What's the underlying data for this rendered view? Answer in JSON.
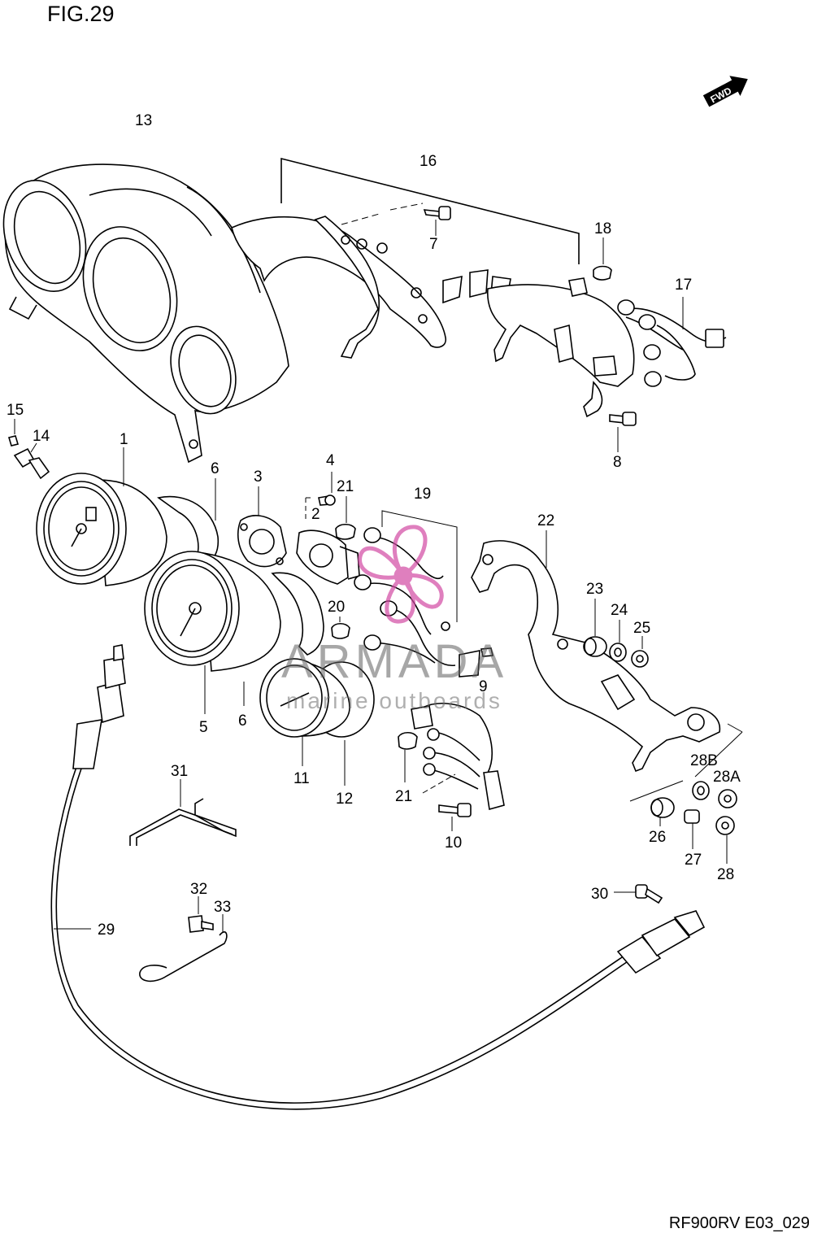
{
  "diagram": {
    "figure_label": "FIG.29",
    "code": "RF900RV E03_029",
    "direction_badge": "FWD",
    "watermark": {
      "brand": "ARMADA",
      "tagline": "marine outboards",
      "accent": "#d24aa3"
    },
    "callouts": [
      "13",
      "16",
      "7",
      "18",
      "17",
      "8",
      "15",
      "14",
      "1",
      "6",
      "3",
      "4",
      "21",
      "2",
      "19",
      "22",
      "23",
      "24",
      "25",
      "20",
      "9",
      "5",
      "6",
      "11",
      "12",
      "21",
      "10",
      "28B",
      "28A",
      "26",
      "27",
      "28",
      "31",
      "32",
      "33",
      "30",
      "29"
    ]
  }
}
